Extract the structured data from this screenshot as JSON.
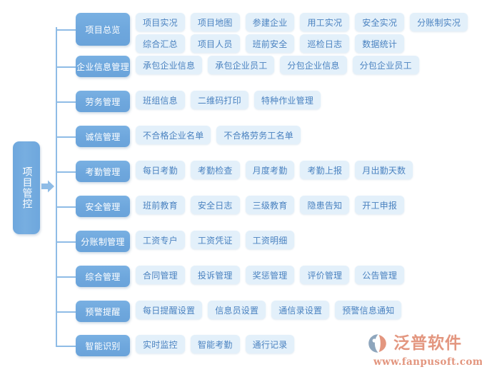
{
  "diagram": {
    "title": "项目管控",
    "root_label": "项目管控",
    "arrow_icon": "arrow-right-icon",
    "colors": {
      "category_blue": "#6ea7dd",
      "item_light_blue": "#e3f0fa",
      "item_text_blue": "#4a82c0",
      "connector_line": "#8fbce6",
      "logo_orange": "#e3967f",
      "background": "#ffffff"
    },
    "rows": [
      {
        "category": "项目总览",
        "lines": [
          [
            "项目实况",
            "项目地图",
            "参建企业",
            "用工实况",
            "安全实况",
            "分账制实况"
          ],
          [
            "综合汇总",
            "项目人员",
            "班前安全",
            "巡检日志",
            "数据统计"
          ]
        ]
      },
      {
        "category": "企业信息管理",
        "lines": [
          [
            "承包企业信息",
            "承包企业员工",
            "分包企业信息",
            "分包企业员工"
          ]
        ]
      },
      {
        "category": "劳务管理",
        "lines": [
          [
            "班组信息",
            "二维码打印",
            "特种作业管理"
          ]
        ]
      },
      {
        "category": "诚信管理",
        "lines": [
          [
            "不合格企业名单",
            "不合格劳务工名单"
          ]
        ]
      },
      {
        "category": "考勤管理",
        "lines": [
          [
            "每日考勤",
            "考勤检查",
            "月度考勤",
            "考勤上报",
            "月出勤天数"
          ]
        ]
      },
      {
        "category": "安全管理",
        "lines": [
          [
            "班前教育",
            "安全日志",
            "三级教育",
            "隐患告知",
            "开工申报"
          ]
        ]
      },
      {
        "category": "分账制管理",
        "lines": [
          [
            "工资专户",
            "工资凭证",
            "工资明细"
          ]
        ]
      },
      {
        "category": "综合管理",
        "lines": [
          [
            "合同管理",
            "投诉管理",
            "奖惩管理",
            "评价管理",
            "公告管理"
          ]
        ]
      },
      {
        "category": "预警提醒",
        "lines": [
          [
            "每日提醒设置",
            "信息员设置",
            "通信录设置",
            "预警信息通知"
          ]
        ]
      },
      {
        "category": "智能识别",
        "lines": [
          [
            "实时监控",
            "智能考勤",
            "通行记录"
          ]
        ]
      }
    ]
  },
  "logo": {
    "mark_icon": "fanpu-swoosh-icon",
    "brand": "泛普软件",
    "url": "www.fanpusoft.com"
  }
}
